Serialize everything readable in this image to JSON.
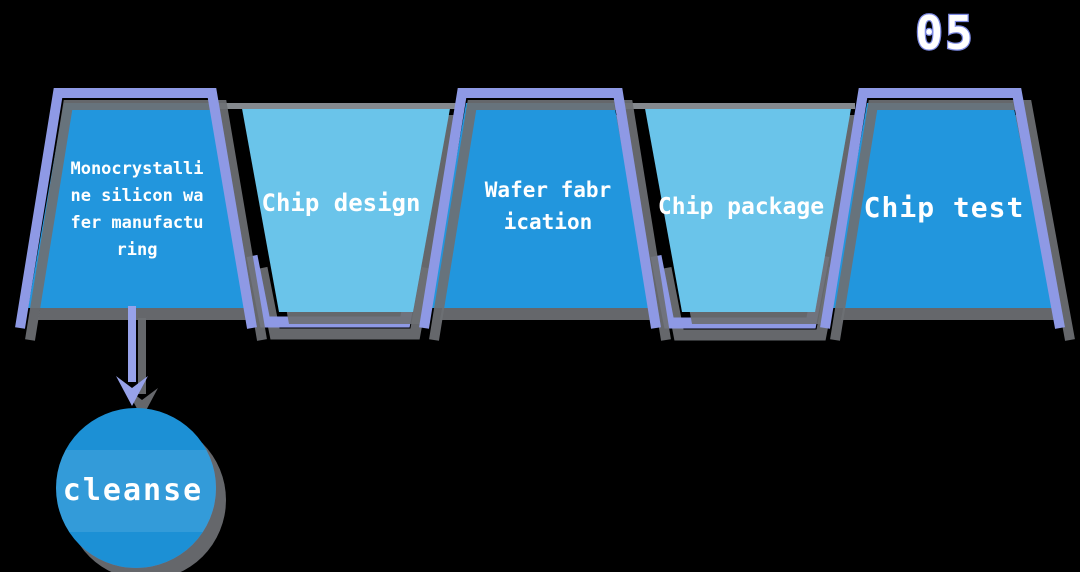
{
  "page_number": "05",
  "diagram_title_hidden": "",
  "colors": {
    "background": "#000000",
    "dark_fill": "#2196dd",
    "light_fill": "#6ac4ea",
    "border": "#8e99e5",
    "shadow": "#6d7074",
    "edge_strip": "#85898e",
    "arrow": "#97a2ea",
    "circle_fill": "#1c90d5",
    "label_text": "#ffffff",
    "page_number_fill": "#eef1ff",
    "page_number_stroke": "#7e8be4"
  },
  "stages": [
    {
      "id": 1,
      "tone": "dark",
      "lines": [
        "Monocrystalli",
        "ne silicon wa",
        "fer manufactu",
        "ring"
      ]
    },
    {
      "id": 2,
      "tone": "light",
      "lines": [
        "Chip design"
      ]
    },
    {
      "id": 3,
      "tone": "dark",
      "lines": [
        "Wafer fabr",
        "ication"
      ]
    },
    {
      "id": 4,
      "tone": "light",
      "lines": [
        "Chip package"
      ]
    },
    {
      "id": 5,
      "tone": "dark",
      "lines": [
        "Chip test"
      ]
    }
  ],
  "callout": {
    "label": "cleanse"
  }
}
